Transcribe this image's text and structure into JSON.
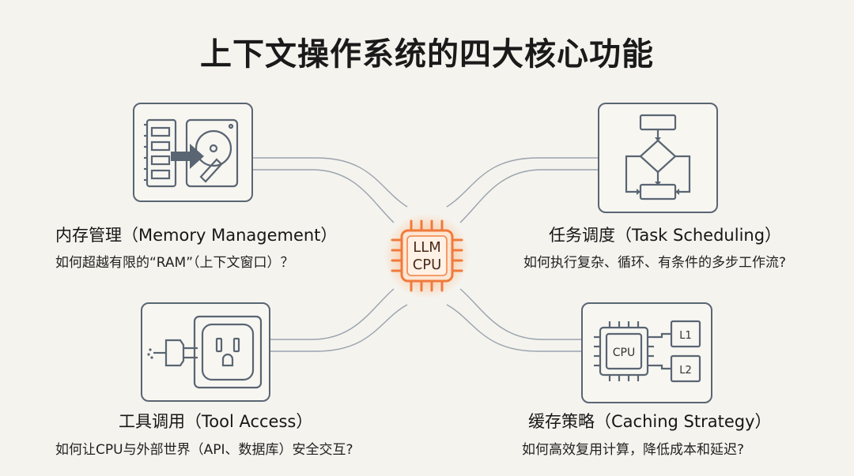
{
  "title": "上下文操作系统的四大核心功能",
  "center": {
    "line1": "LLM",
    "line2": "CPU"
  },
  "memory": {
    "heading": "内存管理（Memory Management）",
    "desc": "如何超越有限的“RAM”（上下文窗口）？",
    "icon": "ram-to-harddisk-icon"
  },
  "task": {
    "heading": "任务调度（Task Scheduling）",
    "desc": "如何执行复杂、循环、有条件的多步工作流?",
    "icon": "flowchart-icon"
  },
  "tool": {
    "heading": "工具调用（Tool Access）",
    "desc": "如何让CPU与外部世界（API、数据库）安全交互?",
    "icon": "plug-socket-icon"
  },
  "cache": {
    "heading": "缓存策略（Caching Strategy）",
    "desc": "如何高效复用计算，降低成本和延迟?",
    "icon": "cpu-cache-icon",
    "cpu_label": "CPU",
    "l1_label": "L1",
    "l2_label": "L2"
  },
  "colors": {
    "background": "#f4f3ee",
    "icon_stroke": "#5a6573",
    "chip_accent": "#f07a3c",
    "chip_glow": "#ffb37a",
    "connector": "#9aa3ad"
  }
}
